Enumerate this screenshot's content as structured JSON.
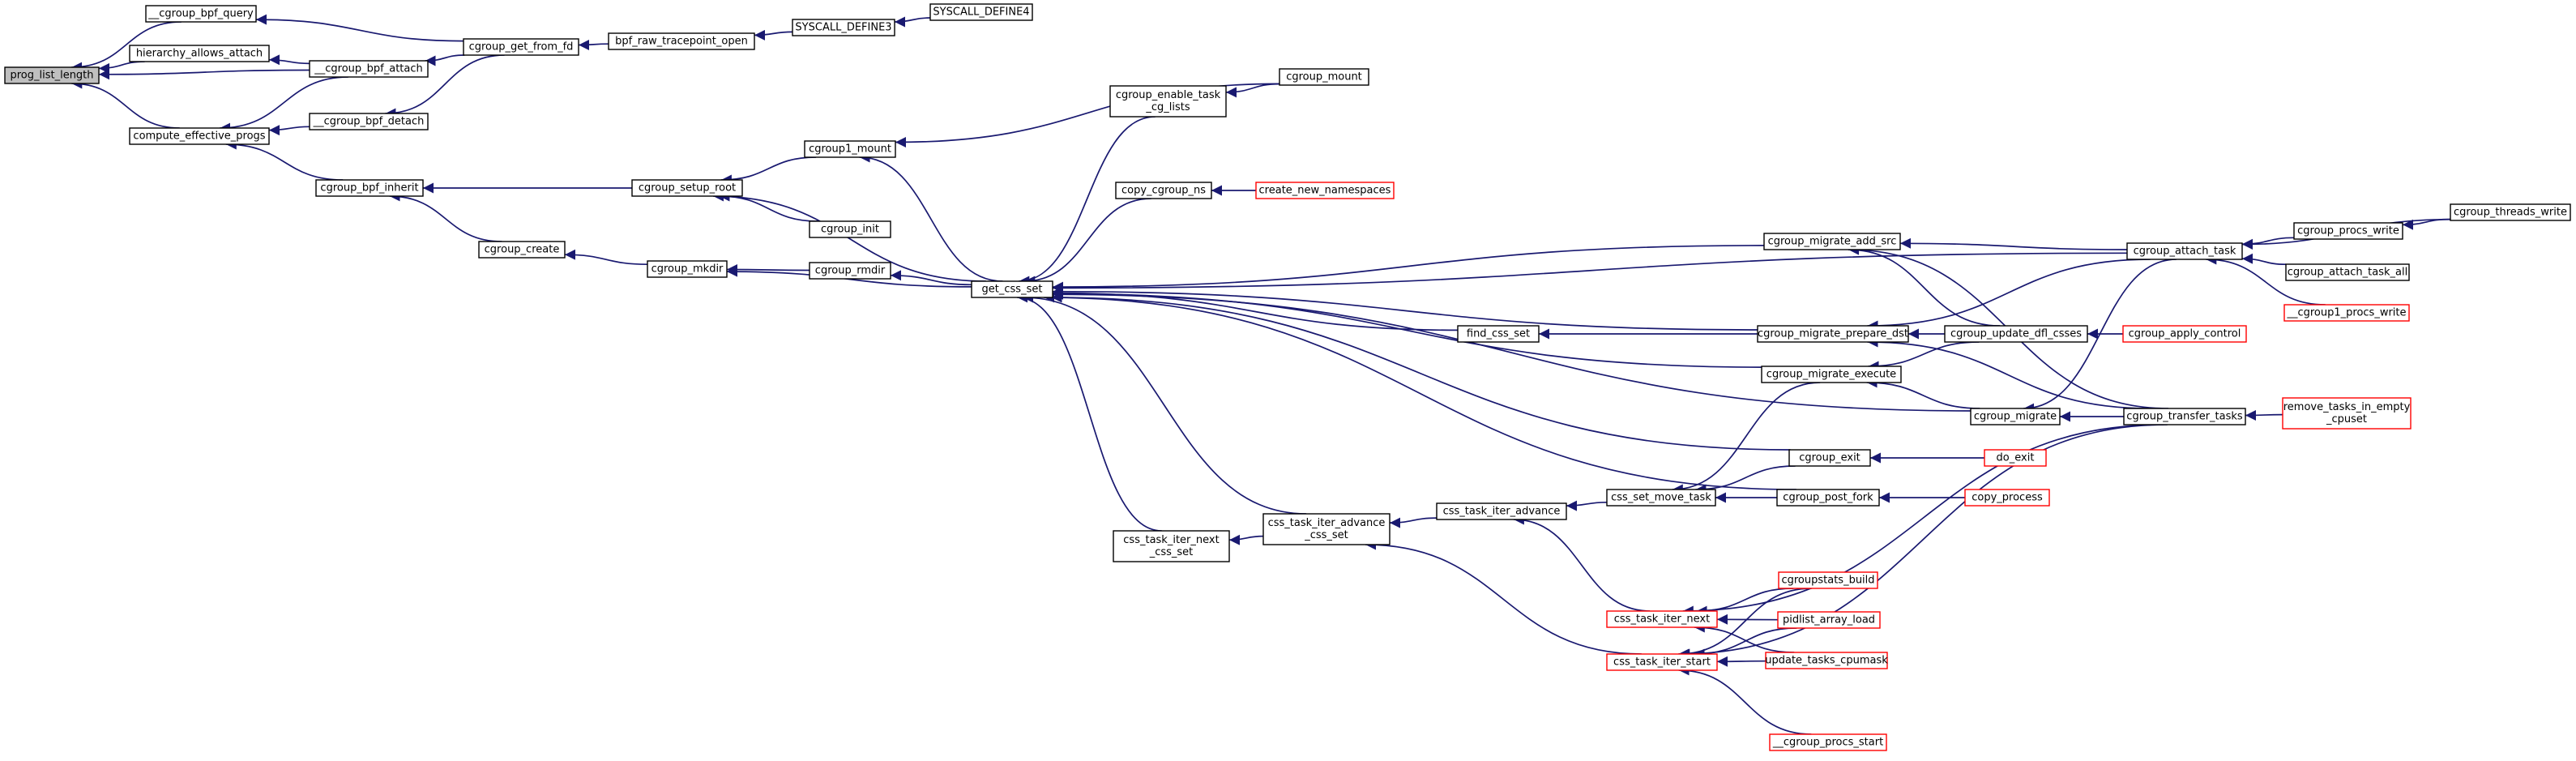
{
  "graph": {
    "nodes": [
      {
        "id": "prog_list_length",
        "label": [
          "prog_list_length"
        ],
        "root": true
      },
      {
        "id": "cgroup_bpf_query",
        "label": [
          "__cgroup_bpf_query"
        ]
      },
      {
        "id": "hierarchy_allows_attach",
        "label": [
          "hierarchy_allows_attach"
        ]
      },
      {
        "id": "cgroup_bpf_attach",
        "label": [
          "__cgroup_bpf_attach"
        ]
      },
      {
        "id": "cgroup_bpf_detach",
        "label": [
          "__cgroup_bpf_detach"
        ]
      },
      {
        "id": "compute_effective_progs",
        "label": [
          "compute_effective_progs"
        ]
      },
      {
        "id": "cgroup_get_from_fd",
        "label": [
          "cgroup_get_from_fd"
        ]
      },
      {
        "id": "bpf_raw_tracepoint_open",
        "label": [
          "bpf_raw_tracepoint_open"
        ]
      },
      {
        "id": "SYSCALL_DEFINE3",
        "label": [
          "SYSCALL_DEFINE3"
        ]
      },
      {
        "id": "SYSCALL_DEFINE4",
        "label": [
          "SYSCALL_DEFINE4"
        ]
      },
      {
        "id": "cgroup_bpf_inherit",
        "label": [
          "cgroup_bpf_inherit"
        ]
      },
      {
        "id": "cgroup_setup_root",
        "label": [
          "cgroup_setup_root"
        ]
      },
      {
        "id": "cgroup_create",
        "label": [
          "cgroup_create"
        ]
      },
      {
        "id": "cgroup_mkdir",
        "label": [
          "cgroup_mkdir"
        ]
      },
      {
        "id": "cgroup1_mount",
        "label": [
          "cgroup1_mount"
        ]
      },
      {
        "id": "cgroup_init",
        "label": [
          "cgroup_init"
        ]
      },
      {
        "id": "cgroup_rmdir",
        "label": [
          "cgroup_rmdir"
        ]
      },
      {
        "id": "get_css_set",
        "label": [
          "get_css_set"
        ]
      },
      {
        "id": "cgroup_enable_task_cg_lists",
        "label": [
          "cgroup_enable_task",
          "_cg_lists"
        ]
      },
      {
        "id": "cgroup_mount",
        "label": [
          "cgroup_mount"
        ]
      },
      {
        "id": "copy_cgroup_ns",
        "label": [
          "copy_cgroup_ns"
        ]
      },
      {
        "id": "create_new_namespaces",
        "label": [
          "create_new_namespaces"
        ],
        "red": true
      },
      {
        "id": "cgroup_migrate_add_src",
        "label": [
          "cgroup_migrate_add_src"
        ]
      },
      {
        "id": "find_css_set",
        "label": [
          "find_css_set"
        ]
      },
      {
        "id": "cgroup_migrate_prepare_dst",
        "label": [
          "cgroup_migrate_prepare_dst"
        ]
      },
      {
        "id": "cgroup_migrate_execute",
        "label": [
          "cgroup_migrate_execute"
        ]
      },
      {
        "id": "cgroup_migrate",
        "label": [
          "cgroup_migrate"
        ]
      },
      {
        "id": "cgroup_exit",
        "label": [
          "cgroup_exit"
        ]
      },
      {
        "id": "do_exit",
        "label": [
          "do_exit"
        ],
        "red": true
      },
      {
        "id": "cgroup_post_fork",
        "label": [
          "cgroup_post_fork"
        ]
      },
      {
        "id": "copy_process",
        "label": [
          "copy_process"
        ],
        "red": true
      },
      {
        "id": "css_set_move_task",
        "label": [
          "css_set_move_task"
        ]
      },
      {
        "id": "css_task_iter_advance",
        "label": [
          "css_task_iter_advance"
        ]
      },
      {
        "id": "css_task_iter_advance_css_set",
        "label": [
          "css_task_iter_advance",
          "_css_set"
        ]
      },
      {
        "id": "css_task_iter_next_css_set",
        "label": [
          "css_task_iter_next",
          "_css_set"
        ]
      },
      {
        "id": "css_task_iter_next",
        "label": [
          "css_task_iter_next"
        ],
        "red": true
      },
      {
        "id": "css_task_iter_start",
        "label": [
          "css_task_iter_start"
        ],
        "red": true
      },
      {
        "id": "cgroupstats_build",
        "label": [
          "cgroupstats_build"
        ],
        "red": true
      },
      {
        "id": "pidlist_array_load",
        "label": [
          "pidlist_array_load"
        ],
        "red": true
      },
      {
        "id": "update_tasks_cpumask",
        "label": [
          "update_tasks_cpumask"
        ],
        "red": true
      },
      {
        "id": "cgroup_procs_start",
        "label": [
          "__cgroup_procs_start"
        ],
        "red": true
      },
      {
        "id": "cgroup_update_dfl_csses",
        "label": [
          "cgroup_update_dfl_csses"
        ]
      },
      {
        "id": "cgroup_apply_control",
        "label": [
          "cgroup_apply_control"
        ],
        "red": true
      },
      {
        "id": "cgroup_attach_task",
        "label": [
          "cgroup_attach_task"
        ]
      },
      {
        "id": "cgroup_transfer_tasks",
        "label": [
          "cgroup_transfer_tasks"
        ]
      },
      {
        "id": "remove_tasks_in_empty_cpuset",
        "label": [
          "remove_tasks_in_empty",
          "_cpuset"
        ],
        "red": true
      },
      {
        "id": "cgroup_procs_write",
        "label": [
          "cgroup_procs_write"
        ]
      },
      {
        "id": "cgroup_threads_write",
        "label": [
          "cgroup_threads_write"
        ]
      },
      {
        "id": "cgroup_attach_task_all",
        "label": [
          "cgroup_attach_task_all"
        ]
      },
      {
        "id": "cgroup1_procs_write",
        "label": [
          "__cgroup1_procs_write"
        ],
        "red": true
      }
    ],
    "edges": [
      [
        "cgroup_bpf_query",
        "prog_list_length"
      ],
      [
        "hierarchy_allows_attach",
        "prog_list_length"
      ],
      [
        "cgroup_bpf_attach",
        "prog_list_length"
      ],
      [
        "compute_effective_progs",
        "prog_list_length"
      ],
      [
        "cgroup_get_from_fd",
        "cgroup_bpf_query"
      ],
      [
        "cgroup_bpf_attach",
        "hierarchy_allows_attach"
      ],
      [
        "cgroup_get_from_fd",
        "cgroup_bpf_attach"
      ],
      [
        "cgroup_get_from_fd",
        "cgroup_bpf_detach"
      ],
      [
        "cgroup_bpf_attach",
        "compute_effective_progs"
      ],
      [
        "cgroup_bpf_detach",
        "compute_effective_progs"
      ],
      [
        "cgroup_bpf_inherit",
        "compute_effective_progs"
      ],
      [
        "bpf_raw_tracepoint_open",
        "cgroup_get_from_fd"
      ],
      [
        "SYSCALL_DEFINE3",
        "bpf_raw_tracepoint_open"
      ],
      [
        "SYSCALL_DEFINE4",
        "SYSCALL_DEFINE3"
      ],
      [
        "cgroup_setup_root",
        "cgroup_bpf_inherit"
      ],
      [
        "cgroup_create",
        "cgroup_bpf_inherit"
      ],
      [
        "cgroup1_mount",
        "cgroup_setup_root"
      ],
      [
        "cgroup_init",
        "cgroup_setup_root"
      ],
      [
        "get_css_set",
        "cgroup_setup_root"
      ],
      [
        "cgroup_mkdir",
        "cgroup_create"
      ],
      [
        "cgroup_rmdir",
        "cgroup_mkdir"
      ],
      [
        "get_css_set",
        "cgroup_mkdir"
      ],
      [
        "cgroup_mount",
        "cgroup1_mount"
      ],
      [
        "get_css_set",
        "cgroup1_mount"
      ],
      [
        "get_css_set",
        "cgroup_rmdir"
      ],
      [
        "cgroup_enable_task_cg_lists",
        "get_css_set"
      ],
      [
        "copy_cgroup_ns",
        "get_css_set"
      ],
      [
        "cgroup_attach_task",
        "get_css_set"
      ],
      [
        "cgroup_migrate_add_src",
        "get_css_set"
      ],
      [
        "find_css_set",
        "get_css_set"
      ],
      [
        "cgroup_migrate_prepare_dst",
        "get_css_set"
      ],
      [
        "cgroup_migrate_execute",
        "get_css_set"
      ],
      [
        "cgroup_migrate",
        "get_css_set"
      ],
      [
        "cgroup_exit",
        "get_css_set"
      ],
      [
        "cgroup_post_fork",
        "get_css_set"
      ],
      [
        "css_task_iter_next_css_set",
        "get_css_set"
      ],
      [
        "css_task_iter_advance_css_set",
        "get_css_set"
      ],
      [
        "cgroup_mount",
        "cgroup_enable_task_cg_lists"
      ],
      [
        "create_new_namespaces",
        "copy_cgroup_ns"
      ],
      [
        "cgroup_migrate_prepare_dst",
        "find_css_set"
      ],
      [
        "cgroup_attach_task",
        "cgroup_migrate_add_src"
      ],
      [
        "cgroup_update_dfl_csses",
        "cgroup_migrate_add_src"
      ],
      [
        "cgroup_transfer_tasks",
        "cgroup_migrate_add_src"
      ],
      [
        "cgroup_attach_task",
        "cgroup_migrate_prepare_dst"
      ],
      [
        "cgroup_update_dfl_csses",
        "cgroup_migrate_prepare_dst"
      ],
      [
        "cgroup_transfer_tasks",
        "cgroup_migrate_prepare_dst"
      ],
      [
        "cgroup_migrate",
        "cgroup_migrate_execute"
      ],
      [
        "cgroup_update_dfl_csses",
        "cgroup_migrate_execute"
      ],
      [
        "cgroup_attach_task",
        "cgroup_migrate"
      ],
      [
        "cgroup_transfer_tasks",
        "cgroup_migrate"
      ],
      [
        "do_exit",
        "cgroup_exit"
      ],
      [
        "copy_process",
        "cgroup_post_fork"
      ],
      [
        "cgroup_migrate_execute",
        "css_set_move_task"
      ],
      [
        "cgroup_exit",
        "css_set_move_task"
      ],
      [
        "cgroup_post_fork",
        "css_set_move_task"
      ],
      [
        "css_set_move_task",
        "css_task_iter_advance"
      ],
      [
        "css_task_iter_next",
        "css_task_iter_advance"
      ],
      [
        "css_task_iter_advance",
        "css_task_iter_advance_css_set"
      ],
      [
        "css_task_iter_start",
        "css_task_iter_advance_css_set"
      ],
      [
        "css_task_iter_advance_css_set",
        "css_task_iter_next_css_set"
      ],
      [
        "cgroupstats_build",
        "css_task_iter_next"
      ],
      [
        "pidlist_array_load",
        "css_task_iter_next"
      ],
      [
        "update_tasks_cpumask",
        "css_task_iter_next"
      ],
      [
        "cgroup_transfer_tasks",
        "css_task_iter_next"
      ],
      [
        "cgroupstats_build",
        "css_task_iter_start"
      ],
      [
        "pidlist_array_load",
        "css_task_iter_start"
      ],
      [
        "update_tasks_cpumask",
        "css_task_iter_start"
      ],
      [
        "cgroup_transfer_tasks",
        "css_task_iter_start"
      ],
      [
        "cgroup_procs_start",
        "css_task_iter_start"
      ],
      [
        "cgroup_apply_control",
        "cgroup_update_dfl_csses"
      ],
      [
        "cgroup_procs_write",
        "cgroup_attach_task"
      ],
      [
        "cgroup_threads_write",
        "cgroup_attach_task"
      ],
      [
        "cgroup_attach_task_all",
        "cgroup_attach_task"
      ],
      [
        "cgroup1_procs_write",
        "cgroup_attach_task"
      ],
      [
        "cgroup_threads_write",
        "cgroup_procs_write"
      ],
      [
        "remove_tasks_in_empty_cpuset",
        "cgroup_transfer_tasks"
      ]
    ]
  }
}
